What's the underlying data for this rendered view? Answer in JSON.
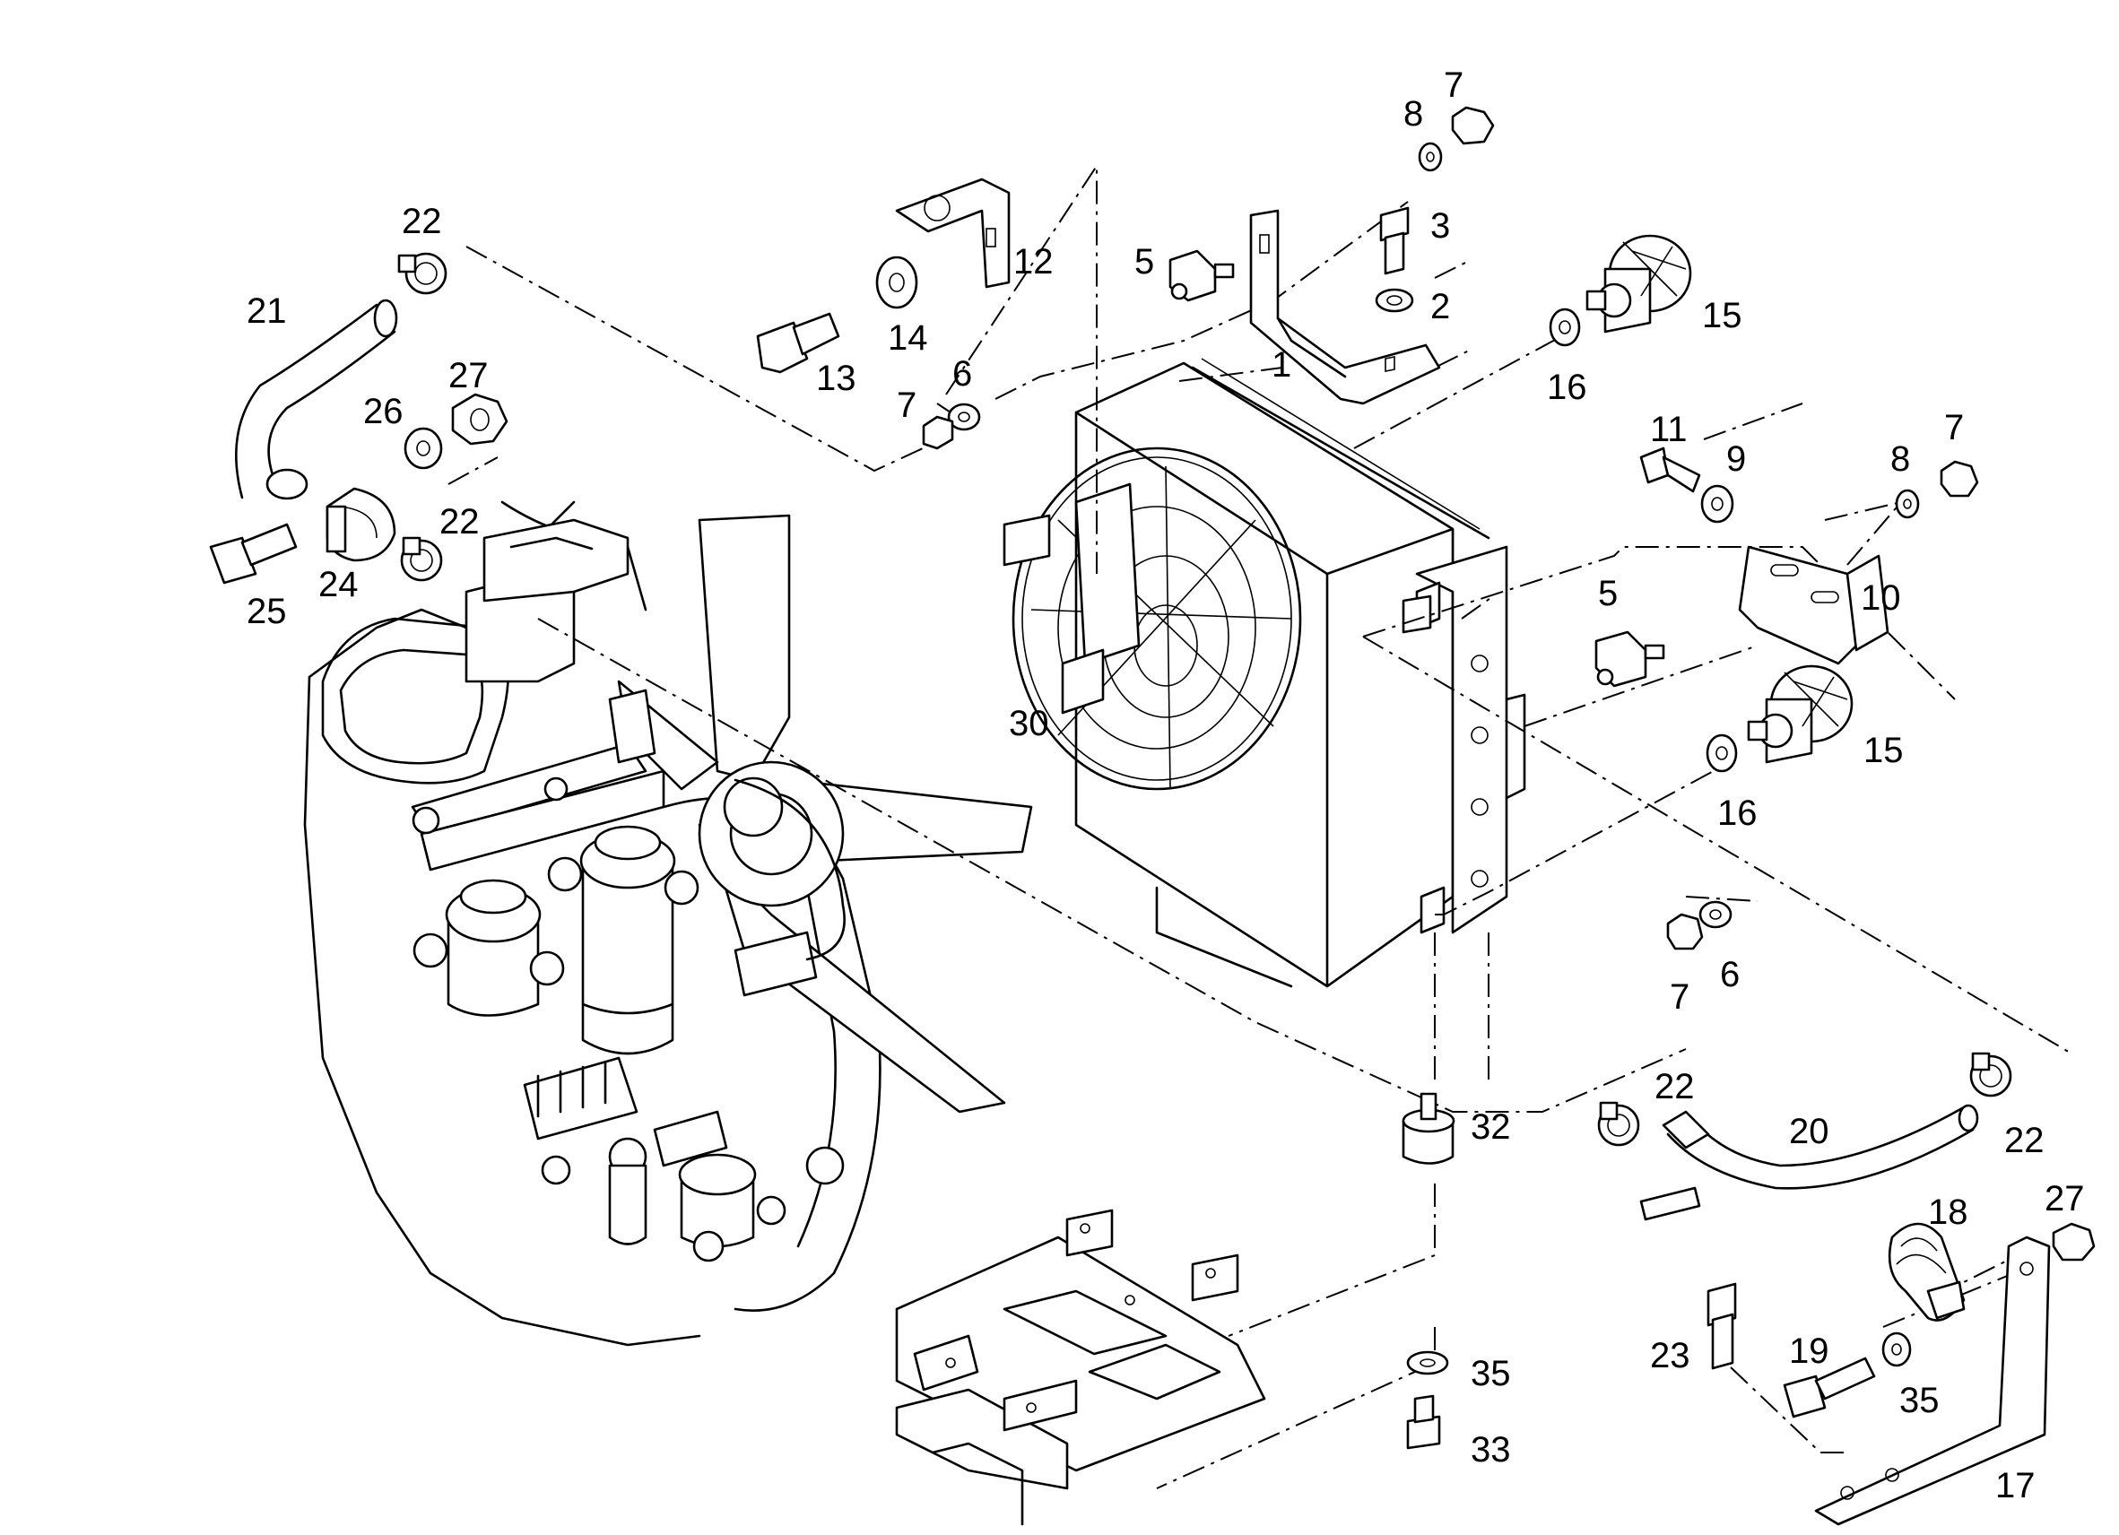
{
  "labels": [
    {
      "id": "p1",
      "text": "1"
    },
    {
      "id": "p2",
      "text": "2"
    },
    {
      "id": "p3",
      "text": "3"
    },
    {
      "id": "p5a",
      "text": "5"
    },
    {
      "id": "p5b",
      "text": "5"
    },
    {
      "id": "p6a",
      "text": "6"
    },
    {
      "id": "p6b",
      "text": "6"
    },
    {
      "id": "p7a",
      "text": "7"
    },
    {
      "id": "p7b",
      "text": "7"
    },
    {
      "id": "p7c",
      "text": "7"
    },
    {
      "id": "p7d",
      "text": "7"
    },
    {
      "id": "p8a",
      "text": "8"
    },
    {
      "id": "p8b",
      "text": "8"
    },
    {
      "id": "p9",
      "text": "9"
    },
    {
      "id": "p10",
      "text": "10"
    },
    {
      "id": "p11",
      "text": "11"
    },
    {
      "id": "p12",
      "text": "12"
    },
    {
      "id": "p13",
      "text": "13"
    },
    {
      "id": "p14",
      "text": "14"
    },
    {
      "id": "p15a",
      "text": "15"
    },
    {
      "id": "p15b",
      "text": "15"
    },
    {
      "id": "p16a",
      "text": "16"
    },
    {
      "id": "p16b",
      "text": "16"
    },
    {
      "id": "p17",
      "text": "17"
    },
    {
      "id": "p18",
      "text": "18"
    },
    {
      "id": "p19",
      "text": "19"
    },
    {
      "id": "p20",
      "text": "20"
    },
    {
      "id": "p21",
      "text": "21"
    },
    {
      "id": "p22a",
      "text": "22"
    },
    {
      "id": "p22b",
      "text": "22"
    },
    {
      "id": "p22c",
      "text": "22"
    },
    {
      "id": "p22d",
      "text": "22"
    },
    {
      "id": "p23",
      "text": "23"
    },
    {
      "id": "p24",
      "text": "24"
    },
    {
      "id": "p25",
      "text": "25"
    },
    {
      "id": "p26",
      "text": "26"
    },
    {
      "id": "p27a",
      "text": "27"
    },
    {
      "id": "p27b",
      "text": "27"
    },
    {
      "id": "p30",
      "text": "30"
    },
    {
      "id": "p32",
      "text": "32"
    },
    {
      "id": "p33",
      "text": "33"
    },
    {
      "id": "p35a",
      "text": "35"
    },
    {
      "id": "p35b",
      "text": "35"
    }
  ]
}
